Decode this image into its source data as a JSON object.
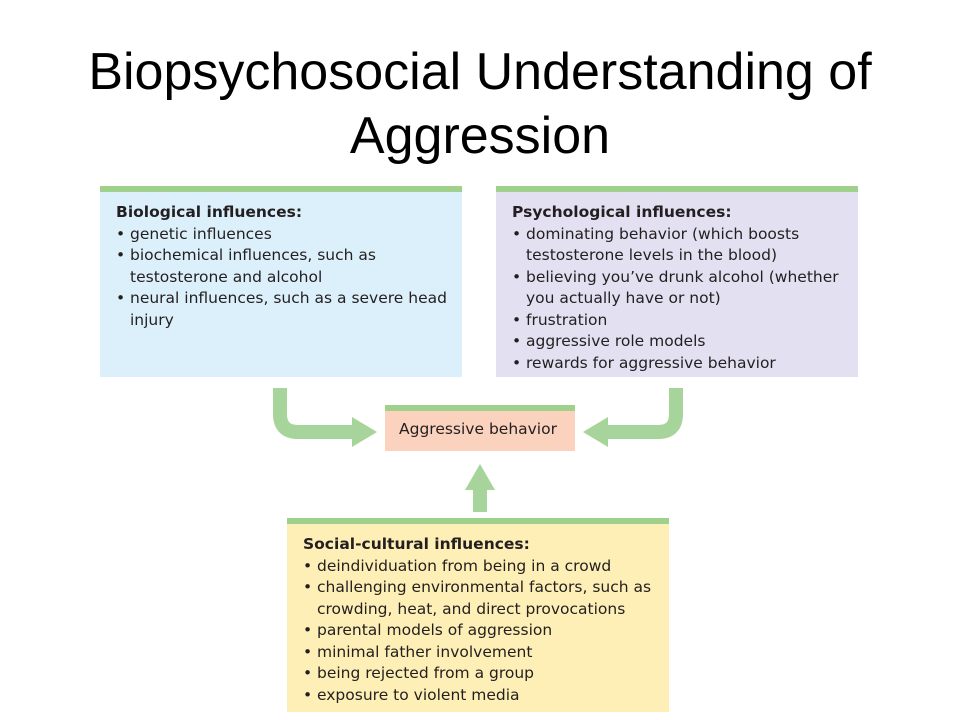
{
  "title": "Biopsychosocial Understanding of Aggression",
  "center": {
    "label": "Aggressive behavior"
  },
  "biological": {
    "heading": "Biological influences:",
    "items": [
      "genetic influences",
      "biochemical influences, such as testosterone and alcohol",
      "neural influences, such as a severe head injury"
    ]
  },
  "psychological": {
    "heading": "Psychological influences:",
    "items": [
      "dominating behavior (which boosts testosterone levels in the blood)",
      "believing you’ve drunk alcohol (whether you actually have or not)",
      "frustration",
      "aggressive role models",
      "rewards for aggressive behavior"
    ]
  },
  "social": {
    "heading": "Social-cultural influences:",
    "items": [
      "deindividuation from being in a crowd",
      "challenging environmental factors, such as crowding, heat, and direct provocations",
      "parental models of aggression",
      "minimal father involvement",
      "being rejected from a group",
      "exposure to violent media"
    ]
  },
  "colors": {
    "accent_green": "#9fd08c",
    "biological_bg": "#dcf0fb",
    "psychological_bg": "#e2e0f1",
    "social_bg": "#fdefb5",
    "center_bg": "#fbd2bd"
  }
}
